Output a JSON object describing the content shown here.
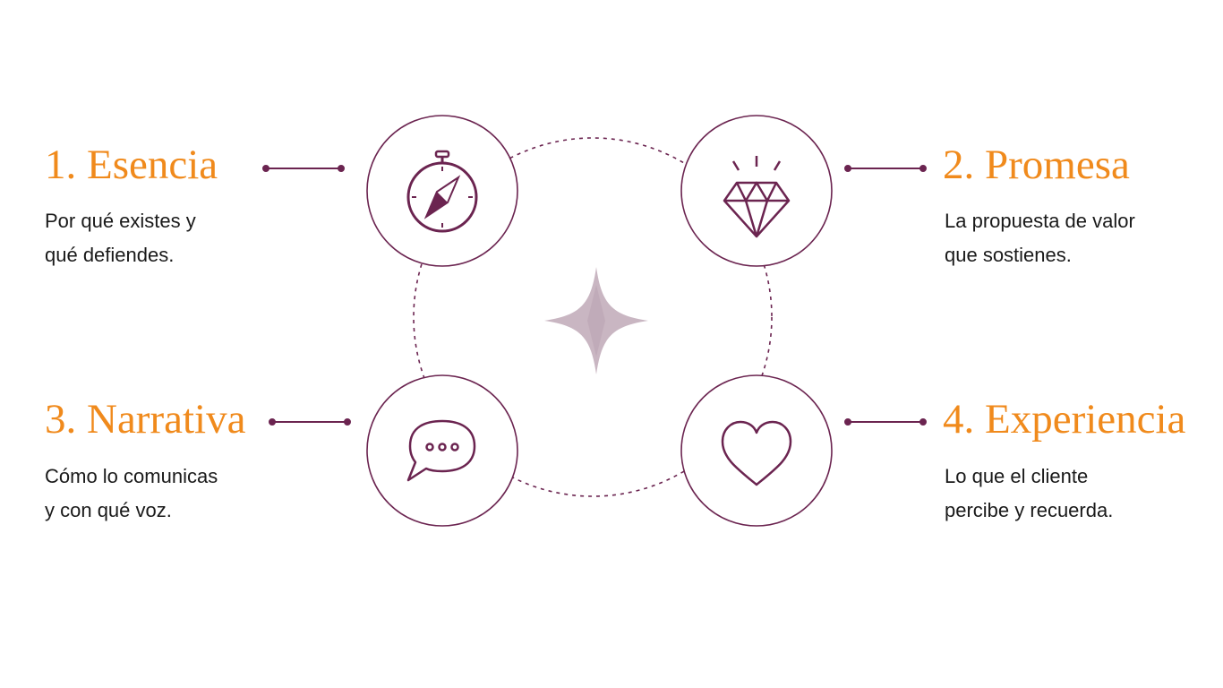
{
  "colors": {
    "accent": "#f08a1c",
    "line": "#6b2450",
    "text": "#1a1a1a",
    "center_star": "#c9b6c2"
  },
  "steps": [
    {
      "title": "1. Esencia",
      "desc_line1": "Por qué existes y",
      "desc_line2": "qué defiendes.",
      "icon": "compass-icon"
    },
    {
      "title": "2. Promesa",
      "desc_line1": "La propuesta de valor",
      "desc_line2": "que sostienes.",
      "icon": "diamond-icon"
    },
    {
      "title": "3. Narrativa",
      "desc_line1": "Cómo lo comunicas",
      "desc_line2": "y con qué voz.",
      "icon": "speech-bubble-icon"
    },
    {
      "title": "4. Experiencia",
      "desc_line1": "Lo que el cliente",
      "desc_line2": "percibe y recuerda.",
      "icon": "heart-icon"
    }
  ],
  "center_icon": "sparkle-icon"
}
